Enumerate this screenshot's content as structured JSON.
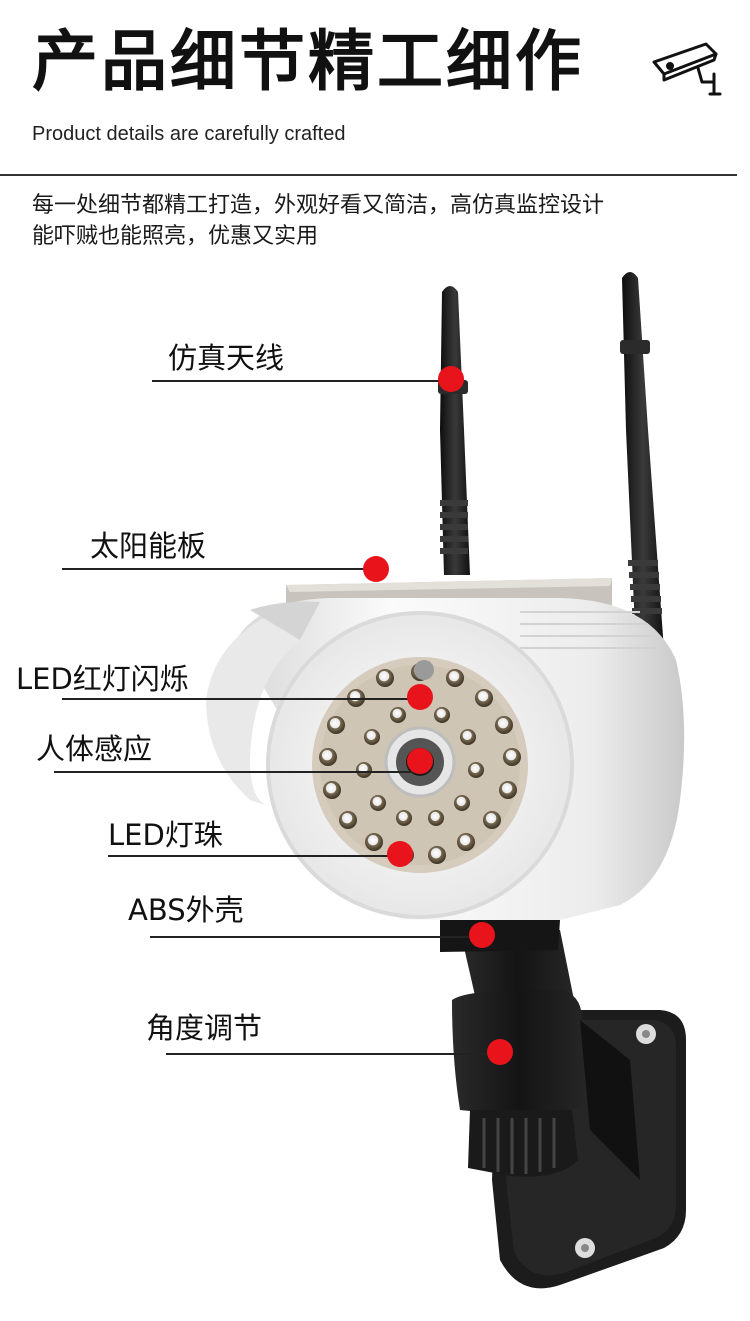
{
  "header": {
    "title": "产品细节精工细作",
    "subtitle": "Product details are carefully crafted",
    "description_line1": "每一处细节都精工打造，外观好看又简洁，高仿真监控设计",
    "description_line2": "能吓贼也能照亮，优惠又实用"
  },
  "callouts": [
    {
      "id": "antenna",
      "label": "仿真天线"
    },
    {
      "id": "solar-panel",
      "label": "太阳能板"
    },
    {
      "id": "led-flash",
      "label": "LED红灯闪烁"
    },
    {
      "id": "pir-sensor",
      "label": "人体感应"
    },
    {
      "id": "led-beads",
      "label": "LED灯珠"
    },
    {
      "id": "abs-shell",
      "label": "ABS外壳"
    },
    {
      "id": "angle-adjust",
      "label": "角度调节"
    }
  ],
  "icons": {
    "header_icon": "security-camera-icon"
  },
  "colors": {
    "marker": "#e8131b",
    "text": "#111111",
    "housing": "#f2f2f2",
    "antenna": "#1e1e1e",
    "bracket": "#1a1a1a"
  }
}
